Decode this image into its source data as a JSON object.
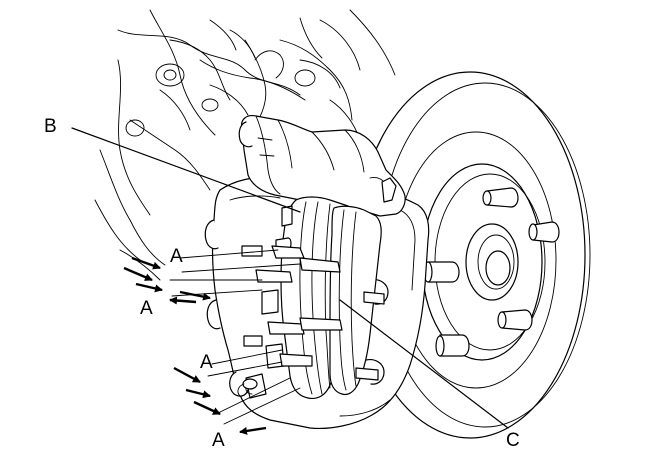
{
  "callouts": {
    "a_label": "A",
    "b_label": "B",
    "c_label": "C"
  }
}
